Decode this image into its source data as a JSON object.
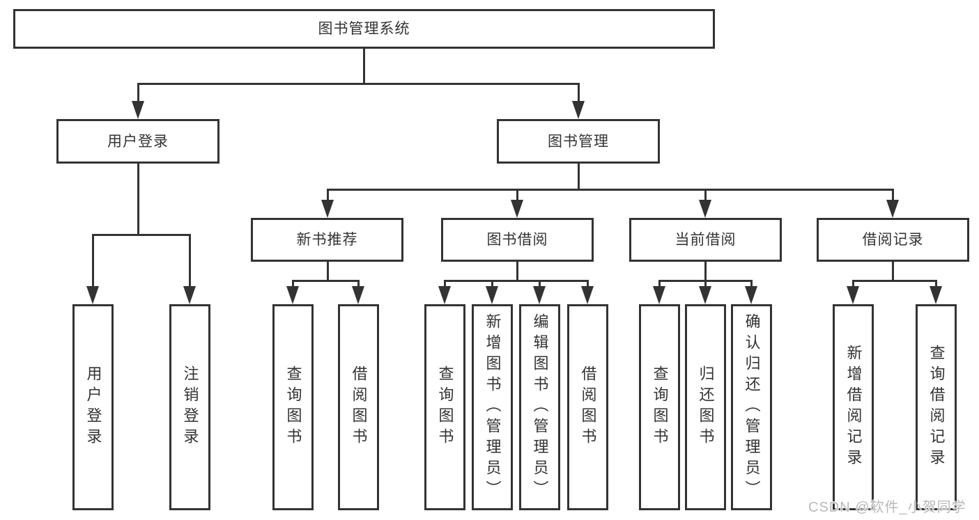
{
  "diagram": {
    "root": {
      "label": "图书管理系统"
    },
    "branches": [
      {
        "label": "用户登录",
        "children": [
          {
            "label": "用户登录"
          },
          {
            "label": "注销登录"
          }
        ]
      },
      {
        "label": "图书管理",
        "children": [
          {
            "label": "新书推荐",
            "children": [
              {
                "label": "查询图书"
              },
              {
                "label": "借阅图书"
              }
            ]
          },
          {
            "label": "图书借阅",
            "children": [
              {
                "label": "查询图书"
              },
              {
                "label": "新增图书（管理员）"
              },
              {
                "label": "编辑图书（管理员）"
              },
              {
                "label": "借阅图书"
              }
            ]
          },
          {
            "label": "当前借阅",
            "children": [
              {
                "label": "查询图书"
              },
              {
                "label": "归还图书"
              },
              {
                "label": "确认归还（管理员）"
              }
            ]
          },
          {
            "label": "借阅记录",
            "children": [
              {
                "label": "新增借阅记录"
              },
              {
                "label": "查询借阅记录"
              }
            ]
          }
        ]
      }
    ]
  },
  "watermark": {
    "text": "CSDN @软件_小贺同学"
  },
  "colors": {
    "line": "#333333",
    "text": "#333333",
    "watermark": "#b9b9b9",
    "background": "#ffffff"
  }
}
